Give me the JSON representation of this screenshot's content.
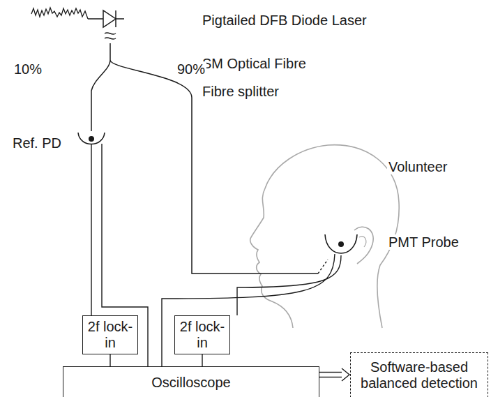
{
  "diagram": {
    "nodes": [
      {
        "text": [
          "2f lock-in"
        ]
      },
      {
        "text": [
          "2f lock-in"
        ]
      },
      {
        "text": [
          "Oscilloscope"
        ]
      },
      {
        "text": [
          "Software-based balanced detection"
        ]
      }
    ],
    "edges": [
      {
        "from": 0,
        "to": 2,
        "arrow": "none"
      },
      {
        "from": 1,
        "to": 2,
        "arrow": "none"
      },
      {
        "from": 2,
        "to": 3,
        "arrow": "to"
      }
    ],
    "labels": [
      "Pigtailed DFB Diode Laser",
      "SM Optical Fibre",
      "10%",
      "90%",
      "Fibre splitter",
      "Ref. PD",
      "Volunteer",
      "PMT Probe"
    ]
  }
}
